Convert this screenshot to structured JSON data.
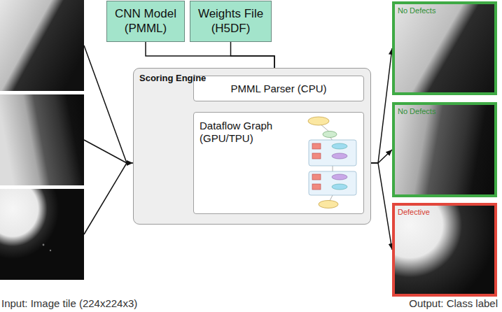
{
  "diagram": {
    "nodes": [
      {
        "text": [
          "CNN Model (PMML)"
        ]
      },
      {
        "text": [
          "Weights File (H5DF)"
        ]
      },
      {
        "text": [
          "Scoring Engine"
        ]
      },
      {
        "text": [
          "PMML Parser (CPU)"
        ],
        "in": 2
      },
      {
        "text": [
          "Dataflow Graph (GPU/TPU)"
        ],
        "in": 2
      },
      {
        "text": [
          "No Defects"
        ]
      },
      {
        "text": [
          "No Defects"
        ]
      },
      {
        "text": [
          "Defective"
        ]
      }
    ],
    "edges": [
      {
        "from": 0,
        "to": 3,
        "arrow": "to"
      },
      {
        "from": 1,
        "to": 3,
        "arrow": "to"
      },
      {
        "from": 3,
        "to": 4,
        "arrow": "to"
      },
      {
        "from": 4,
        "to": 5,
        "arrow": "to"
      },
      {
        "from": 4,
        "to": 6,
        "arrow": "to"
      },
      {
        "from": 4,
        "to": 7,
        "arrow": "to"
      }
    ],
    "labels": [
      "Input: Image tile (224x224x3)",
      "Output: Class label"
    ]
  }
}
